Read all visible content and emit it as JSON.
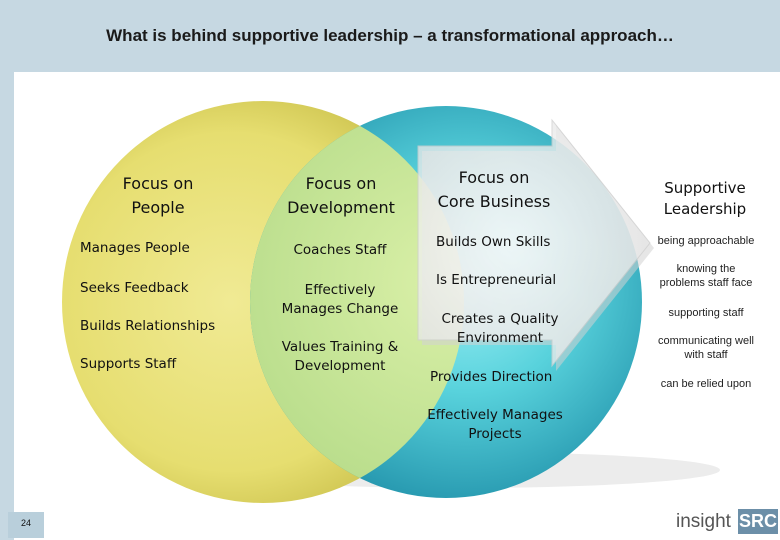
{
  "title": "What is behind supportive leadership – a transformational approach…",
  "people": {
    "heading": "Focus on\nPeople",
    "items": [
      "Manages People",
      "Seeks Feedback",
      "Builds Relationships",
      "Supports Staff"
    ]
  },
  "development": {
    "heading": "Focus on\nDevelopment",
    "items": [
      "Coaches Staff",
      "Effectively\nManages Change",
      "Values Training &\nDevelopment"
    ]
  },
  "core_business": {
    "heading": "Focus on\nCore Business",
    "items": [
      "Builds Own Skills",
      "Is Entrepreneurial",
      "Creates a Quality\nEnvironment",
      "Provides Direction",
      "Effectively Manages\nProjects"
    ]
  },
  "supportive": {
    "heading": "Supportive\nLeadership",
    "items": [
      "being approachable",
      "knowing the\nproblems staff face",
      "supporting staff",
      "communicating well\nwith staff",
      "can be relied upon"
    ]
  },
  "page_number": "24",
  "logo": {
    "word": "insight",
    "box": "SRC"
  },
  "colors": {
    "header_band": "#c6d8e2",
    "left_circle": "#e4dc6c",
    "right_circle": "#4cc0cc",
    "overlap": "#c6e394",
    "logo_box": "#6c8fa8"
  }
}
